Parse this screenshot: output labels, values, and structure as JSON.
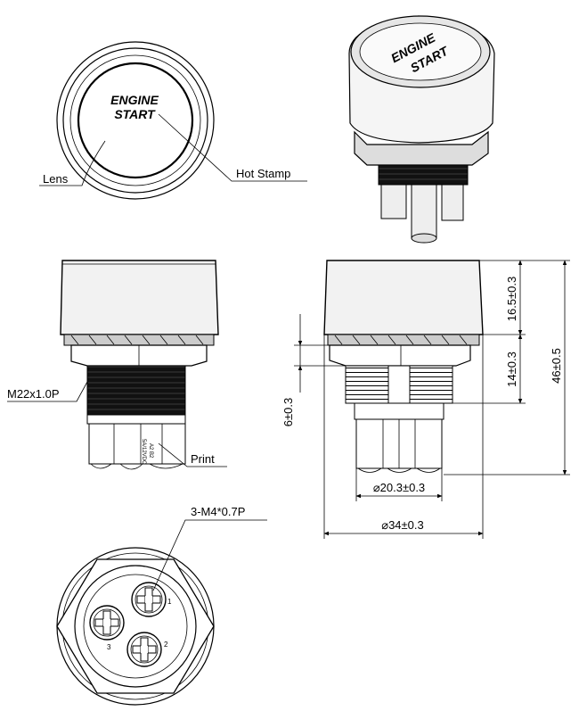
{
  "front_view": {
    "engraving_line1": "ENGINE",
    "engraving_line2": "START",
    "lens_label": "Lens",
    "hot_stamp_label": "Hot Stamp"
  },
  "side_view": {
    "thread_label": "M22x1.0P",
    "print_label": "Print",
    "print_text_line1": "A2 B2",
    "print_text_line2": "5A/12VDC"
  },
  "dimension_view": {
    "dim_cap_height": "16.5±0.3",
    "dim_thread_length": "14±0.3",
    "dim_total_height": "46±0.5",
    "dim_nut_height": "6±0.3",
    "dim_terminal_dia": "⌀20.3±0.3",
    "dim_body_dia": "⌀34±0.3"
  },
  "bottom_view": {
    "screw_label": "3-M4*0.7P",
    "terminal_1": "1",
    "terminal_2": "2",
    "terminal_3": "3"
  }
}
